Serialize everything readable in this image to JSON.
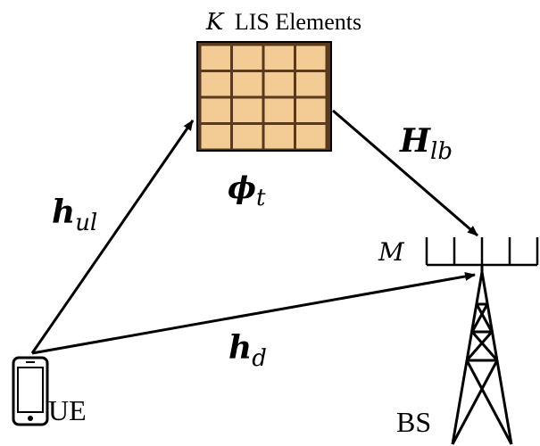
{
  "lis": {
    "label_var": "K",
    "label_text": "LIS Elements",
    "phase_symbol": "ϕ",
    "phase_sub": "t",
    "tile_color": "#f3cb94",
    "tile_border": "#5a3a1e"
  },
  "links": {
    "ue_lis": {
      "symbol": "h",
      "sub": "ul"
    },
    "lis_bs": {
      "symbol": "H",
      "sub": "lb"
    },
    "direct": {
      "symbol": "h",
      "sub": "d"
    }
  },
  "bs": {
    "antenna_var": "M",
    "label": "BS"
  },
  "ue": {
    "label": "UE"
  }
}
